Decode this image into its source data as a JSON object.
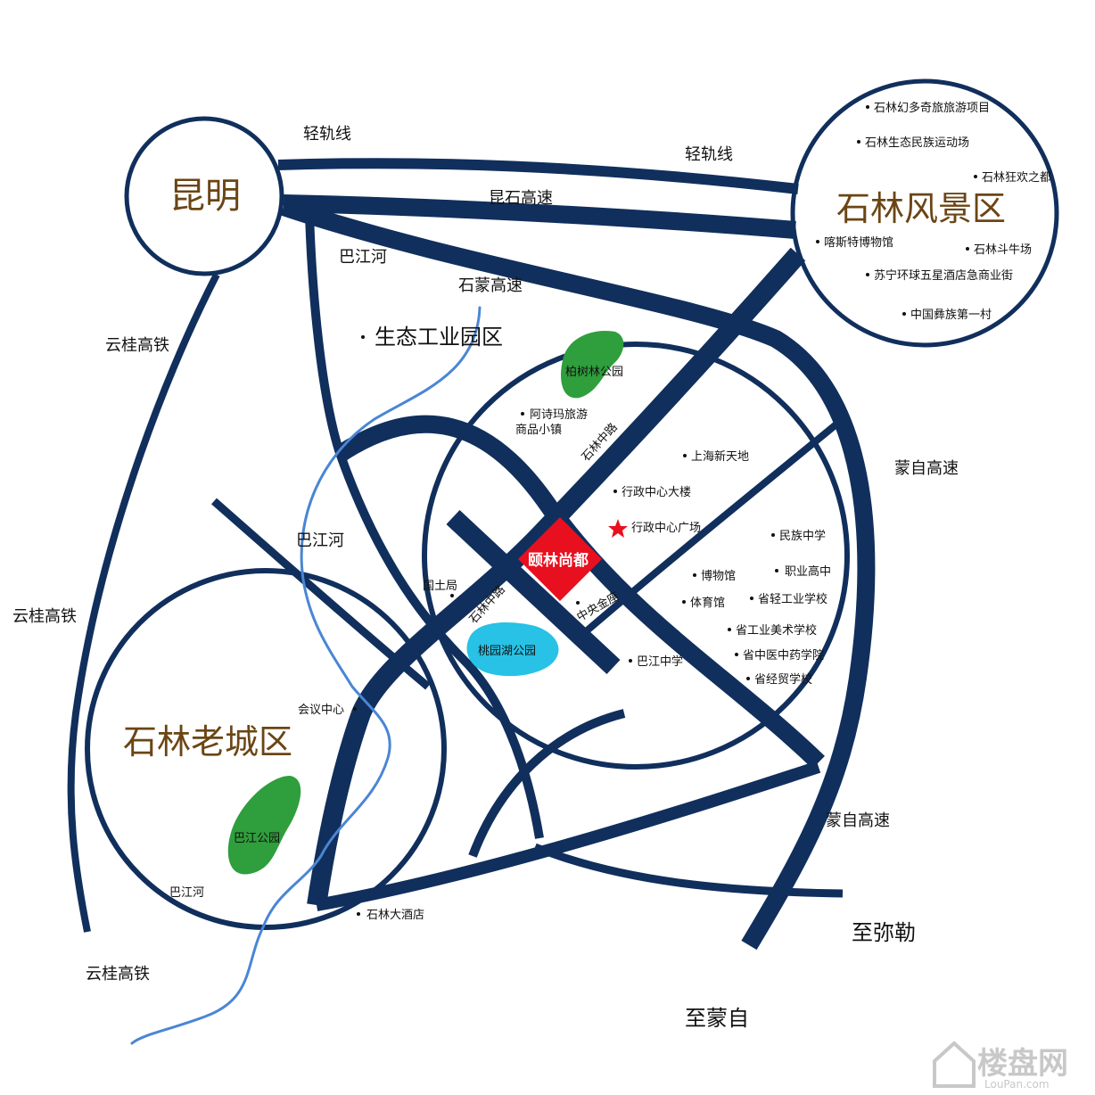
{
  "colors": {
    "road": "#112f5c",
    "river": "#4a86d4",
    "park_green": "#2f9e3c",
    "park_blue": "#27c2e6",
    "highlight": "#e8101f",
    "city_label": "#6b4514"
  },
  "cities": {
    "kunming": "昆明",
    "scenic_area": "石林风景区",
    "old_town": "石林老城区"
  },
  "roads": {
    "light_rail_1": "轻轨线",
    "light_rail_2": "轻轨线",
    "kunshi_expressway": "昆石高速",
    "shimeng_expressway": "石蒙高速",
    "yungui_rail_1": "云桂高铁",
    "yungui_rail_2": "云桂高铁",
    "yungui_rail_3": "云桂高铁",
    "mengzi_expressway_1": "蒙自高速",
    "mengzi_expressway_2": "蒙自高速",
    "shilin_middle_road_1": "石林中路",
    "shilin_middle_road_2": "石林中路"
  },
  "rivers": {
    "bajiang_1": "巴江河",
    "bajiang_2": "巴江河",
    "bajiang_3": "巴江河"
  },
  "districts": {
    "eco_industrial_park": "生态工业园区"
  },
  "directions": {
    "to_mile": "至弥勒",
    "to_mengzi": "至蒙自"
  },
  "project": {
    "name": "颐林尚都"
  },
  "scenic_pois": [
    "石林幻多奇旅旅游项目",
    "石林生态民族运动场",
    "石林狂欢之都",
    "喀斯特博物馆",
    "石林斗牛场",
    "苏宁环球五星酒店急商业街",
    "中国彝族第一村"
  ],
  "pois": {
    "ashima_line1": "阿诗玛旅游",
    "ashima_line2": "商品小镇",
    "shanghai_xintiandi": "上海新天地",
    "admin_building": "行政中心大楼",
    "admin_square": "行政中心广场",
    "land_bureau": "国土局",
    "central_jinzuo": "中央金座",
    "museum": "博物馆",
    "stadium": "体育馆",
    "minzu_school": "民族中学",
    "vocational_school": "职业高中",
    "light_industry_school": "省轻工业学校",
    "arts_school": "省工业美术学校",
    "tcm_school": "省中医中药学院",
    "trade_school": "省经贸学校",
    "bajiang_school": "巴江中学",
    "conference_center": "会议中心",
    "shilin_hotel": "石林大酒店"
  },
  "parks": {
    "cypress_park": "柏树林公园",
    "taoyuan_lake_park": "桃园湖公园",
    "bajiang_park": "巴江公园"
  },
  "watermark": {
    "brand": "楼盘网",
    "url": "LouPan.com"
  }
}
